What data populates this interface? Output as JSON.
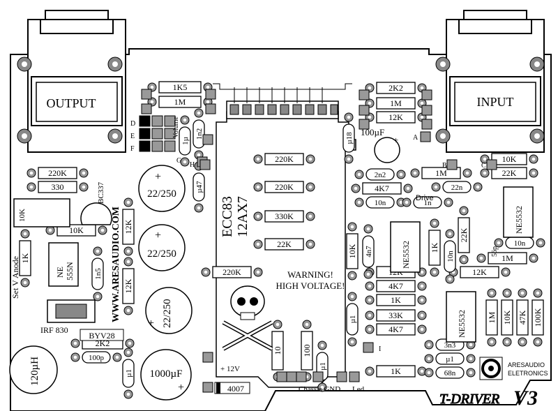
{
  "board": {
    "title": "T-DRIVER",
    "version": "V3",
    "brand_line1": "ARESAUDIO",
    "brand_line2": "ELETRONICS",
    "website": "WWW.ARESAUDIO.COM",
    "warning_line1": "WARNING!",
    "warning_line2": "HIGH VOLTAGE!"
  },
  "jacks": {
    "output": "OUTPUT",
    "input": "INPUT"
  },
  "tube": {
    "name1": "ECC83",
    "name2": "12AX7"
  },
  "labels": {
    "volume": "Volume",
    "drive": "Drive",
    "set_v_anode": "Set V Anode",
    "plus_12v": "+ 12V",
    "chassis_gnd": "Chassis GND",
    "led": "Led",
    "irf830": "IRF 830",
    "bc337": "BC337",
    "pad_d": "D",
    "pad_e": "E",
    "pad_f": "F",
    "pad_g": "G",
    "pad_h": "H",
    "pad_a": "A",
    "pad_b": "B",
    "pad_c": "C",
    "pad_i": "I",
    "cap_56p": "56p"
  },
  "ics": {
    "ne555n_1": "NE",
    "ne555n_2": "555N",
    "ne5532_a": "NE5532",
    "ne5532_b": "NE5532",
    "ne5532_c": "NE5532"
  },
  "inductor": "120µH",
  "electrolytics": {
    "c1": "22/250",
    "c2": "22/250",
    "c3": "22/250",
    "c4": "1000µF",
    "c5": "100µF"
  },
  "resistors": {
    "r_1k5": "1K5",
    "r_1m_top": "1M",
    "r_220k_left": "220K",
    "r_330_left": "330",
    "r_10k_mid": "10K",
    "r_1k_left": "1K",
    "r_10k_pot": "10K",
    "r_12k_a": "12K",
    "r_12k_b": "12K",
    "r_220k_t1": "220K",
    "r_220k_t2": "220K",
    "r_330k": "330K",
    "r_22k": "22K",
    "r_220k_t3": "220K",
    "r_2k2_right": "2K2",
    "r_1m_right": "1M",
    "r_12k_right": "12K",
    "r_10k_ra": "10K",
    "r_22k_ra": "22K",
    "r_1m_rb": "1M",
    "r_4k7_rb": "4K7",
    "r_10k_v": "10K",
    "r_1k_v": "1K",
    "r_22k_v": "22K",
    "r_1m_rc": "1M",
    "r_12k_rc": "12K",
    "r_4k7_rc": "4K7",
    "r_1k_rc": "1K",
    "r_33k": "33K",
    "r_4k7_rd": "4K7",
    "r_12k_rd": "12K",
    "r_1m_rd": "1M",
    "r_10k_rd": "10K",
    "r_47k": "47K",
    "r_100k": "100K",
    "r_10_v": "10",
    "r_100_v": "100",
    "r_2k2_bottom": "2K2",
    "r_1k_bottom": "1K"
  },
  "capacitors": {
    "c_1u_top": "1µ",
    "c_1n2": "1n2",
    "c_u47": "µ47",
    "c_u18": "µ18",
    "c_1n5": "1n5",
    "c_2n2": "2n2",
    "c_10n_a": "10n",
    "c_22n": "22n",
    "c_1n": "1n",
    "c_10n_b": "10n",
    "c_4n7": "4n7",
    "c_10n_v": "10n",
    "c_u1_a": "µ1",
    "c_u1_b": "µ1",
    "c_u1_c": "µ1",
    "c_100p": "100p",
    "c_3n3": "3n3",
    "c_u1_d": "µ1",
    "c_68n": "68n"
  },
  "diodes": {
    "byv28": "BYV28",
    "d4007": "4007"
  }
}
